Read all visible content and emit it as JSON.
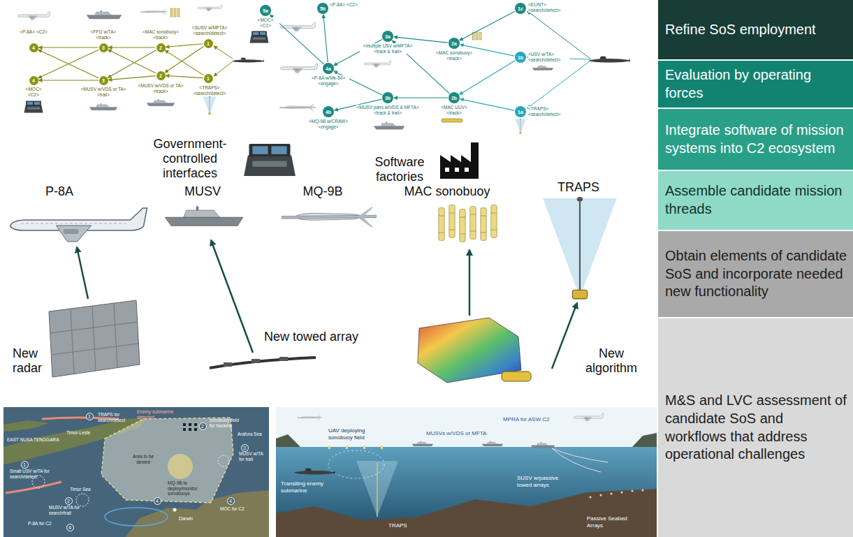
{
  "diagram": {
    "nodes": [
      {
        "text": [
          "4"
        ]
      },
      {
        "text": [
          "3"
        ]
      },
      {
        "text": [
          "2"
        ]
      },
      {
        "text": [
          "1"
        ]
      },
      {
        "text": [
          "4"
        ]
      },
      {
        "text": [
          "3"
        ]
      },
      {
        "text": [
          "2"
        ]
      },
      {
        "text": [
          "1"
        ]
      },
      {
        "text": [
          "5a"
        ]
      },
      {
        "text": [
          "5b"
        ]
      },
      {
        "text": [
          "1c"
        ]
      },
      {
        "text": [
          "3a"
        ]
      },
      {
        "text": [
          "2a"
        ]
      },
      {
        "text": [
          "4a"
        ]
      },
      {
        "text": [
          "1b"
        ]
      },
      {
        "text": [
          "2b"
        ]
      },
      {
        "text": [
          "3b"
        ]
      },
      {
        "text": [
          "1a"
        ]
      },
      {
        "text": [
          "4b"
        ]
      },
      {
        "text": [
          "Refine SoS employment"
        ]
      },
      {
        "text": [
          "Evaluation by operating forces"
        ]
      },
      {
        "text": [
          "Integrate software of mission systems into C2 ecosystem"
        ]
      },
      {
        "text": [
          "Assemble candidate mission threads"
        ]
      },
      {
        "text": [
          "Obtain elements of candidate SoS and incorporate needed new functionality"
        ]
      },
      {
        "text": [
          "M&S and LVC assessment of candidate SoS and workflows that address operational challenges"
        ]
      }
    ],
    "edges": [
      {
        "from": 3,
        "to": 2,
        "arrow": "to"
      },
      {
        "from": 3,
        "to": 6,
        "arrow": "to"
      },
      {
        "from": 7,
        "to": 2,
        "arrow": "to"
      },
      {
        "from": 7,
        "to": 6,
        "arrow": "to"
      },
      {
        "from": 2,
        "to": 1,
        "arrow": "to"
      },
      {
        "from": 2,
        "to": 5,
        "arrow": "to"
      },
      {
        "from": 6,
        "to": 1,
        "arrow": "to"
      },
      {
        "from": 6,
        "to": 5,
        "arrow": "to"
      },
      {
        "from": 1,
        "to": 0,
        "arrow": "to"
      },
      {
        "from": 1,
        "to": 4,
        "arrow": "to"
      },
      {
        "from": 5,
        "to": 0,
        "arrow": "to"
      },
      {
        "from": 5,
        "to": 4,
        "arrow": "to"
      },
      {
        "from": 17,
        "to": 15,
        "arrow": "to"
      },
      {
        "from": 14,
        "to": 12,
        "arrow": "to"
      },
      {
        "from": 14,
        "to": 15,
        "arrow": "to"
      },
      {
        "from": 10,
        "to": 12,
        "arrow": "to"
      },
      {
        "from": 12,
        "to": 11,
        "arrow": "to"
      },
      {
        "from": 15,
        "to": 11,
        "arrow": "to"
      },
      {
        "from": 15,
        "to": 16,
        "arrow": "to"
      },
      {
        "from": 11,
        "to": 13,
        "arrow": "to"
      },
      {
        "from": 16,
        "to": 13,
        "arrow": "to"
      },
      {
        "from": 16,
        "to": 18,
        "arrow": "to"
      },
      {
        "from": 13,
        "to": 8,
        "arrow": "to"
      },
      {
        "from": 13,
        "to": 9,
        "arrow": "to"
      }
    ],
    "labels": [
      "<P-8A> <C2>",
      "<FFG w/TA> <track>",
      "<MAC sonobuoy> <track>",
      "<SUSV w/MFTA> <search/detect>",
      "<MOC> <C2>",
      "<MUSV w/VDS or TA> <trail>",
      "<MUSV w/VDS or TA> <track>",
      "<TRAPS> <search/detect>",
      "<MOC> <C2>",
      "<P-8A> <C2>",
      "<ELINT> <search/detect>",
      "<multiple USV w/MFTA> <track & trail>",
      "<MAC sonobuoy> <track>",
      "<P-8A w/Mk-54> <engage>",
      "<USV w/TA> <search/detect>",
      "<MAC UUV> <track>",
      "<MUSV pairs w/VDS & MFTA> <track & trail>",
      "<TRAPS> <search/detect>",
      "<MQ-9B w/CRAW> <engage>",
      "Government-controlled interfaces",
      "Software factories",
      "P-8A",
      "MUSV",
      "MQ-9B",
      "MAC sonobuoy",
      "TRAPS",
      "New radar",
      "New towed array",
      "New algorithm",
      "EAST NUSA TENGGARA",
      "Timor-Leste",
      "Arafura Sea",
      "Timor Sea",
      "Area to be denied",
      "Darwin",
      "Enemy submarine detected",
      "1",
      "TRAPS for search/detect",
      "2",
      "sonobuoy field for tracking",
      "3",
      "MUSV w/TA for trail",
      "MQ-9B to deploy/monitor sonobuoys",
      "1",
      "Small USV w/TA for search/detect",
      "2",
      "MUSV w/TA for search/trail",
      "4",
      "4",
      "MOC for C2",
      "4",
      "P-8A for C2",
      "UAV deploying sonobuoy field",
      "MPRA for ASW C2",
      "MUSVs w/VDS or MFTA",
      "Transiting enemy submarine",
      "TRAPS",
      "SUSV w/passive towed arrays",
      "Passive Seabed Arrays"
    ]
  }
}
